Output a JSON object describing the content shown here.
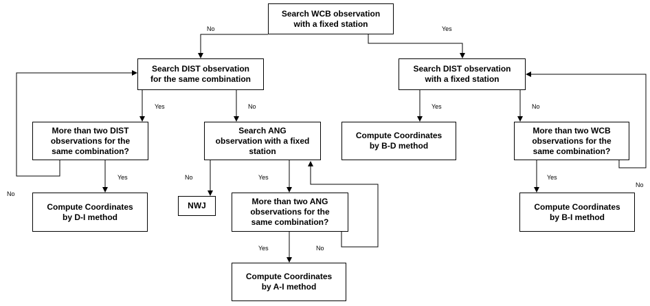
{
  "nodes": {
    "search_wcb": "Search WCB observation\nwith a fixed station",
    "search_dist_same": "Search DIST observation\nfor the same combination",
    "search_dist_fixed": "Search DIST observation\nwith a fixed station",
    "more_dist": "More than two DIST\nobservations for the\nsame combination?",
    "search_ang": "Search ANG\nobservation with a fixed\nstation",
    "compute_bd": "Compute Coordinates\nby B-D method",
    "more_wcb": "More than two WCB\nobservations for the\nsame combination?",
    "compute_di": "Compute Coordinates\nby D-I method",
    "nwj": "NWJ",
    "more_ang": "More than two ANG\nobservations for the\nsame combination?",
    "compute_bi": "Compute Coordinates\nby B-I method",
    "compute_ai": "Compute Coordinates\nby A-I method"
  },
  "labels": {
    "wcb_no": "No",
    "wcb_yes": "Yes",
    "dist_same_yes": "Yes",
    "dist_same_no": "No",
    "dist_fixed_yes": "Yes",
    "dist_fixed_no": "No",
    "more_dist_yes": "Yes",
    "more_dist_no": "No",
    "ang_no": "No",
    "ang_yes": "Yes",
    "more_wcb_yes": "Yes",
    "more_wcb_no": "No",
    "more_ang_yes": "Yes",
    "more_ang_no": "No"
  }
}
